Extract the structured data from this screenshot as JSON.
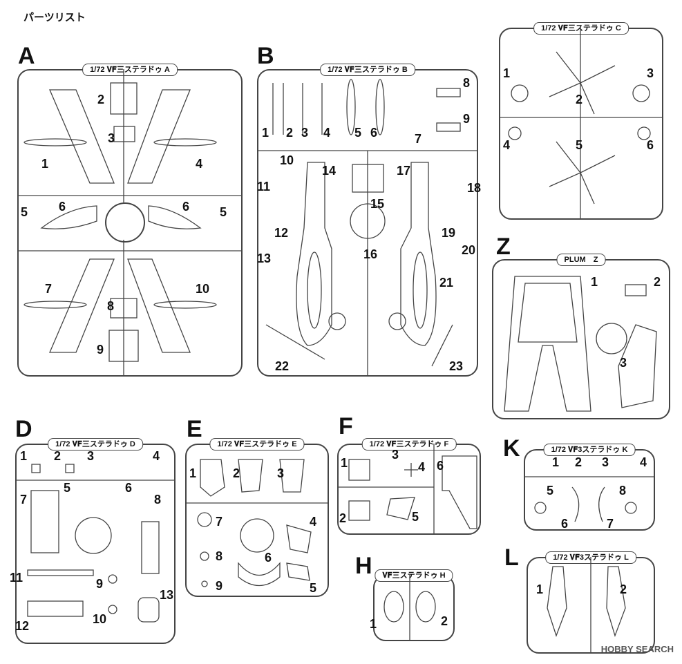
{
  "page_title": "パーツリスト",
  "watermark": "HOBBY SEARCH",
  "sprues": {
    "A": {
      "letter": "A",
      "tag": "1/72 𝐕𝐅三ステラドゥ A",
      "parts": [
        "1",
        "2",
        "3",
        "4",
        "5",
        "6",
        "6",
        "5",
        "7",
        "8",
        "9",
        "10"
      ]
    },
    "B": {
      "letter": "B",
      "tag": "1/72 𝐕𝐅三ステラドゥ B",
      "parts": [
        "1",
        "2",
        "3",
        "4",
        "5",
        "6",
        "7",
        "8",
        "9",
        "10",
        "11",
        "12",
        "13",
        "14",
        "15",
        "16",
        "17",
        "18",
        "19",
        "20",
        "21",
        "22",
        "23"
      ]
    },
    "C": {
      "letter": "C",
      "tag": "1/72 𝐕𝐅三ステラドゥ C",
      "parts": [
        "1",
        "2",
        "3",
        "4",
        "5",
        "6"
      ]
    },
    "Z": {
      "letter": "Z",
      "tag": "PLUM　Z",
      "parts": [
        "1",
        "2",
        "3"
      ]
    },
    "D": {
      "letter": "D",
      "tag": "1/72 𝐕𝐅三ステラドゥ D",
      "parts": [
        "1",
        "2",
        "3",
        "4",
        "5",
        "6",
        "7",
        "8",
        "9",
        "10",
        "11",
        "12",
        "13"
      ]
    },
    "E": {
      "letter": "E",
      "tag": "1/72 𝐕𝐅三ステラドゥ E",
      "parts": [
        "1",
        "2",
        "3",
        "4",
        "5",
        "6",
        "7",
        "8",
        "9"
      ]
    },
    "F": {
      "letter": "F",
      "tag": "1/72 𝐕𝐅三ステラドゥ F",
      "parts": [
        "1",
        "2",
        "3",
        "4",
        "5",
        "6"
      ]
    },
    "H": {
      "letter": "H",
      "tag": "𝐕𝐅三ステラドゥ H",
      "parts": [
        "1",
        "2"
      ]
    },
    "K": {
      "letter": "K",
      "tag": "1/72 𝐕𝐅3ステラドゥ K",
      "parts": [
        "1",
        "2",
        "3",
        "4",
        "5",
        "6",
        "7",
        "8"
      ]
    },
    "L": {
      "letter": "L",
      "tag": "1/72 𝐕𝐅3ステラドゥ L",
      "parts": [
        "1",
        "2"
      ]
    }
  }
}
